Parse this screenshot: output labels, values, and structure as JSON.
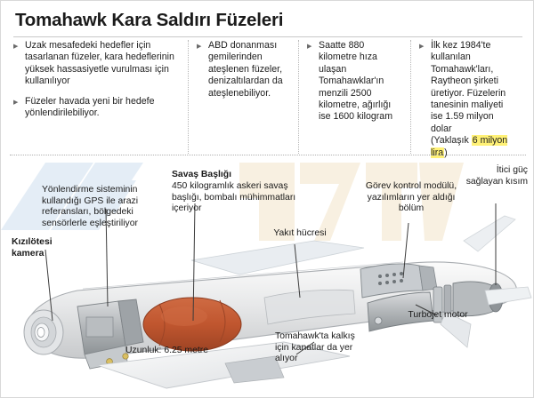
{
  "header": {
    "title": "Tomahawk Kara Saldırı Füzeleri"
  },
  "facts": {
    "bullet_glyph": "▶",
    "columns": [
      {
        "name": "purpose",
        "bullets": [
          "Uzak mesafedeki hedefler için tasarlanan füzeler, kara hedeflerinin yüksek hassasiyetle vurulması için kullanılıyor",
          "Füzeler havada yeni bir hedefe yönlendirilebiliyor."
        ]
      },
      {
        "name": "launch-platform",
        "bullets": [
          "ABD donanması gemilerinden ateşlenen füzeler, denizaltılardan da ateşlenebiliyor."
        ]
      },
      {
        "name": "performance",
        "bullets": [
          "Saatte 880 kilometre hıza ulaşan Tomahawklar'ın menzili 2500 kilometre, ağırlığı ise 1600 kilogram"
        ]
      },
      {
        "name": "history-cost",
        "bullets": [
          "İlk kez 1984'te kullanılan Tomahawk'ları, Raytheon şirketi üretiyor. Füzelerin tanesinin maliyeti ise 1.59 milyon dolar"
        ],
        "cost_note_prefix": "(Yaklaşık ",
        "cost_note_highlight": "6 milyon lira",
        "cost_note_suffix": ")"
      }
    ]
  },
  "diagram": {
    "labels": {
      "guidance": "Yönlendirme sisteminin kullandığı GPS ile arazi referansları, bölgedeki sensörlerle eşleştiriliyor",
      "infrared_camera": "Kızılötesi kamera",
      "warhead_heading": "Savaş Başlığı",
      "warhead_detail": "450 kilogramlık askeri savaş başlığı, bombalı mühimmatları içeriyor",
      "fuel_cell": "Yakıt hücresi",
      "mission_module": "Görev kontrol modülü, yazılımların yer aldığı bölüm",
      "thruster": "İtici güç sağlayan kısım",
      "length": "Uzunluk: 6.25 metre",
      "wings": "Tomahawk'ta kalkış için kanatlar da yer alıyor",
      "turbojet": "Turbojet motor"
    },
    "watermark_text": "NTV"
  },
  "colors": {
    "warhead": "#c0562f",
    "highlight": "#fff176",
    "body_light": "#ececec",
    "body_mid": "#b9bcbe",
    "watermark_blue": "#cfe0ef",
    "watermark_tan": "#f3e4c9"
  }
}
